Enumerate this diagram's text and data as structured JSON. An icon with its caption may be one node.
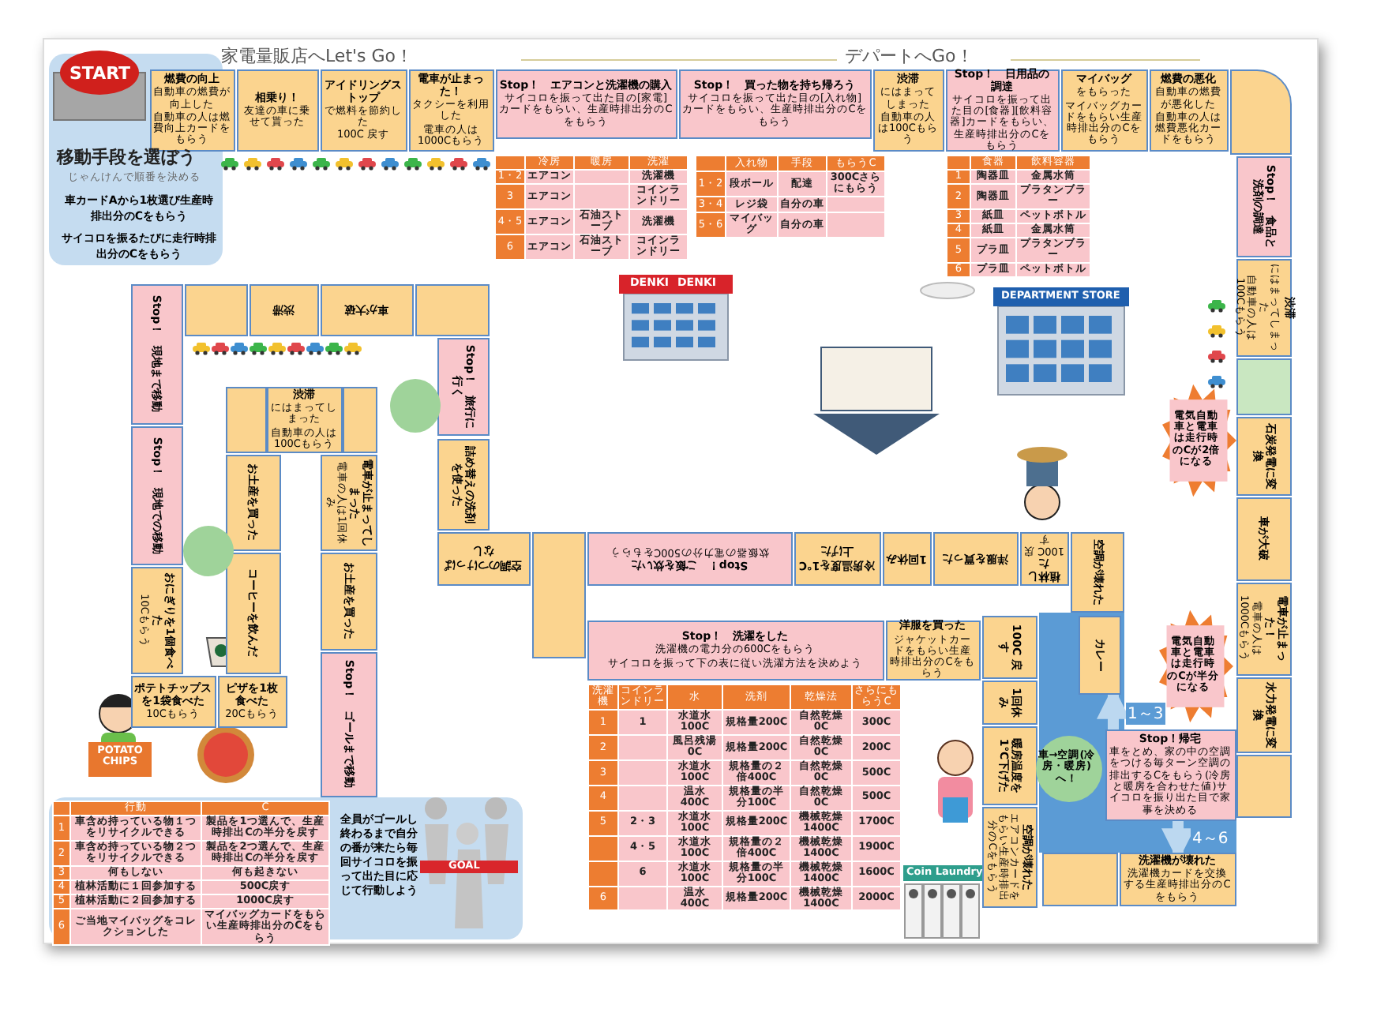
{
  "diagram": {
    "nodes": [
      {
        "text": [
          "燃費の向上",
          "自動車の燃費が向上した",
          "自動車の人は燃費向上カードをもらう"
        ]
      },
      {
        "text": [
          "相乗り！",
          "友達の車に乗せて貰った"
        ]
      },
      {
        "text": [
          "アイドリングストップ",
          "で燃料を節約した",
          "100C 戻す"
        ]
      },
      {
        "text": [
          "電車が止まった！",
          "タクシーを利用した",
          "電車の人は1000Cもらう"
        ]
      },
      {
        "text": [
          "Stop！　エアコンと洗濯機の購入",
          "サイコロを振って出た目の[家電]カードをもらい、生産時排出分のCをもらう"
        ]
      },
      {
        "text": [
          "Stop！　買った物を持ち帰ろう",
          "サイコロを振って出た目の[入れ物]カードをもらい、生産時排出分のCをもらう"
        ]
      },
      {
        "text": [
          "渋滞",
          "にはまってしまった",
          "自動車の人は100Cもらう"
        ]
      },
      {
        "text": [
          "Stop！　日用品の調達",
          "サイコロを振って出た目の[食器][飲料容器]カードをもらい、生産時排出分のCをもらう"
        ]
      },
      {
        "text": [
          "マイバッグ",
          "をもらった",
          "マイバッグカードをもらい生産時排出分のCをもらう"
        ]
      },
      {
        "text": [
          "燃費の悪化",
          "自動車の燃費が悪化した",
          "自動車の人は燃費悪化カードをもらう"
        ]
      },
      {
        "text": [],
        "shape": "box"
      },
      {
        "text": [
          "Stop！　食品と洗剤の調達"
        ]
      },
      {
        "text": [
          "渋滞",
          "にはまってしまった",
          "自動車の人は100Cもらう"
        ]
      },
      {
        "text": [],
        "shape": "box"
      },
      {
        "text": [
          "石炭発電に変換"
        ]
      },
      {
        "text": [
          "車が大破"
        ]
      },
      {
        "text": [
          "電車が止まった！",
          "電車の人は1000Cもらう"
        ]
      },
      {
        "text": [
          "水力発電に変換"
        ]
      },
      {
        "text": [],
        "shape": "box"
      },
      {
        "text": [
          "Stop！帰宅",
          "車をとめ、家の中の空調をつける毎ターン空調の排出するCをもらう(冷房と暖房を合わせた値)サイコロを振り出た目で家事を決める"
        ]
      },
      {
        "text": [
          "洗濯機が壊れた",
          "洗濯機カードを交換する生産時排出分のCをもらう"
        ]
      },
      {
        "text": [],
        "shape": "box"
      },
      {
        "text": [
          "カレー"
        ]
      },
      {
        "text": [
          "車→空調(冷房・暖房)へ！"
        ]
      },
      {
        "text": [
          "電気自動車と電車は走行時のCが半分になる"
        ]
      },
      {
        "text": [
          "電気自動車と電車は走行時のCが2倍になる"
        ]
      },
      {
        "text": [
          "100C 戻す"
        ]
      },
      {
        "text": [
          "1回休み"
        ]
      },
      {
        "text": [
          "暖房温度を1℃下げた"
        ]
      },
      {
        "text": [
          "空調が壊れた",
          "エアコンカードをもらい生産時排出分のCをもらう"
        ]
      },
      {
        "text": [
          "Stop！　洗濯をした",
          "洗濯機の電力分の600Cをもらう",
          "サイコロを振って下の表に従い洗濯方法を決めよう"
        ]
      },
      {
        "text": [
          "洋服を買った",
          "ジャケットカードをもらい生産時排出分のCをもらう"
        ]
      },
      {
        "text": [],
        "shape": "box"
      },
      {
        "text": [
          "空調のつけっぱなし"
        ]
      },
      {
        "text": [
          "Stop！　ご飯を炊いた",
          "炊飯器の電力分の500Cをもらう"
        ]
      },
      {
        "text": [
          "冷房温度を1℃上げた"
        ]
      },
      {
        "text": [
          "1回休み"
        ]
      },
      {
        "text": [
          "洋服を買った"
        ]
      },
      {
        "text": [
          "植林した",
          "100C 戻す"
        ]
      },
      {
        "text": [
          "空調が壊れた"
        ]
      },
      {
        "text": [
          "Stop！　旅行に行く"
        ]
      },
      {
        "text": [
          "詰め替えの洗剤を使った"
        ]
      },
      {
        "text": [],
        "shape": "box"
      },
      {
        "text": [
          "車が大破"
        ]
      },
      {
        "text": [
          "渋滞"
        ]
      },
      {
        "text": [],
        "shape": "box"
      },
      {
        "text": [
          "Stop！　現地まで移動"
        ]
      },
      {
        "text": [
          "Stop！　現地での移動"
        ]
      },
      {
        "text": [
          "おにぎりを1個食べた",
          "10Cもらう"
        ]
      },
      {
        "text": [
          "ポテトチップスを1袋食べた",
          "10Cもらう"
        ]
      },
      {
        "text": [
          "ピザを1枚食べた",
          "20Cもらう"
        ]
      },
      {
        "text": [
          "コーヒーを飲んだ"
        ]
      },
      {
        "text": [
          "お土産を買った"
        ]
      },
      {
        "text": [],
        "shape": "box"
      },
      {
        "text": [
          "渋滞",
          "にはまってしまった",
          "自動車の人は100Cもらう"
        ]
      },
      {
        "text": [],
        "shape": "box"
      },
      {
        "text": [
          "電車が止まってしまった",
          "電車の人は1回休み"
        ]
      },
      {
        "text": [
          "お土産を買った"
        ]
      },
      {
        "text": [
          "Stop！　ゴールまで移動"
        ]
      },
      {
        "text": [],
        "shape": "circle"
      },
      {
        "text": [],
        "shape": "circle"
      }
    ],
    "edges": [
      {
        "from": 19,
        "to": 22,
        "arrow": "to",
        "label": "1～3"
      },
      {
        "from": 19,
        "to": 20,
        "arrow": "to",
        "label": "4～6"
      }
    ],
    "labels": [
      "家電量販店へLet's Go！",
      "デパートへGo！",
      "START",
      "移動手段を選ぼう",
      "じゃんけんで順番を決める",
      "車カードAから1枚選び生産時排出分のCをもらう",
      "サイコロを振るたびに走行時排出分のCをもらう",
      "冷房",
      "暖房",
      "洗濯",
      "1・2",
      "エアコン",
      "洗濯機",
      "3",
      "エアコン",
      "コインランドリー",
      "4・5",
      "エアコン",
      "石油ストーブ",
      "洗濯機",
      "6",
      "エアコン",
      "石油ストーブ",
      "コインランドリー",
      "入れ物",
      "手段",
      "もらうC",
      "1・2",
      "段ボール",
      "配達",
      "300Cさらにもらう",
      "3・4",
      "レジ袋",
      "自分の車",
      "5・6",
      "マイバッグ",
      "自分の車",
      "食器",
      "飲料容器",
      "1",
      "陶器皿",
      "金属水筒",
      "2",
      "陶器皿",
      "プラタンブラー",
      "3",
      "紙皿",
      "ペットボトル",
      "4",
      "紙皿",
      "金属水筒",
      "5",
      "プラ皿",
      "プラタンブラー",
      "6",
      "プラ皿",
      "ペットボトル",
      "洗濯機",
      "コインランドリー",
      "水",
      "洗剤",
      "乾燥法",
      "さらにもらうC",
      "1",
      "1",
      "水道水100C",
      "規格量200C",
      "自然乾燥0C",
      "300C",
      "2",
      "風呂残湯0C",
      "規格量200C",
      "自然乾燥0C",
      "200C",
      "3",
      "水道水100C",
      "規格量の２倍400C",
      "自然乾燥0C",
      "500C",
      "4",
      "温水400C",
      "規格量の半分100C",
      "自然乾燥0C",
      "500C",
      "5",
      "2・3",
      "水道水100C",
      "規格量200C",
      "機械乾燥1400C",
      "1700C",
      "4・5",
      "水道水100C",
      "規格量の２倍400C",
      "機械乾燥1400C",
      "1900C",
      "6",
      "水道水100C",
      "規格量の半分100C",
      "機械乾燥1400C",
      "1600C",
      "6",
      "温水400C",
      "規格量200C",
      "機械乾燥1400C",
      "2000C",
      "行動",
      "C",
      "1",
      "車含め持っている物１つをリサイクルできる",
      "製品を1つ選んで、生産時排出Cの半分を戻す",
      "2",
      "車含め持っている物２つをリサイクルできる",
      "製品を2つ選んで、生産時排出Cの半分を戻す",
      "3",
      "何もしない",
      "何も起きない",
      "4",
      "植林活動に１回参加する",
      "500C戻す",
      "5",
      "植林活動に２回参加する",
      "1000C戻す",
      "6",
      "ご当地マイバッグをコレクションした",
      "マイバッグカードをもらい生産時排出分のCをもらう",
      "全員がゴールし終わるまで自分の番が来たら毎回サイコロを振って出た目に応じて行動しよう",
      "GOAL",
      "DENKI",
      "DENKI",
      "DEPARTMENT STORE",
      "Coin Laundry",
      "POTATO CHIPS"
    ]
  }
}
